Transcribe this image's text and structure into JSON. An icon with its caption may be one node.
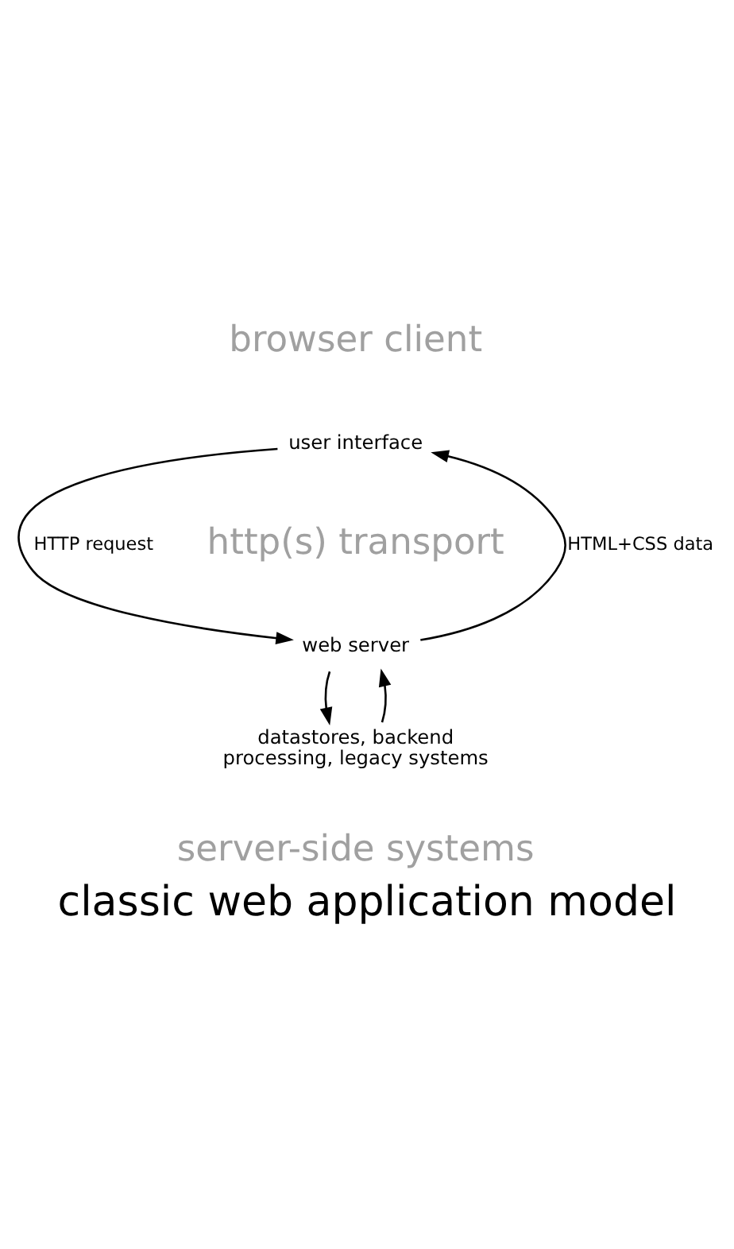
{
  "diagram": {
    "caption": "classic web application model",
    "nodes": [
      {
        "text": [
          "user interface"
        ]
      },
      {
        "text": [
          "web server"
        ]
      },
      {
        "text": [
          "datastores, backend processing, legacy systems"
        ]
      }
    ],
    "edges": [
      {
        "from": 0,
        "to": 1,
        "arrow": "to",
        "label": "HTTP request"
      },
      {
        "from": 1,
        "to": 0,
        "arrow": "to",
        "label": "HTML+CSS data"
      },
      {
        "from": 1,
        "to": 2,
        "arrow": "to"
      },
      {
        "from": 2,
        "to": 1,
        "arrow": "to"
      }
    ],
    "labels": [
      "browser client",
      "http(s) transport",
      "server-side systems"
    ]
  }
}
